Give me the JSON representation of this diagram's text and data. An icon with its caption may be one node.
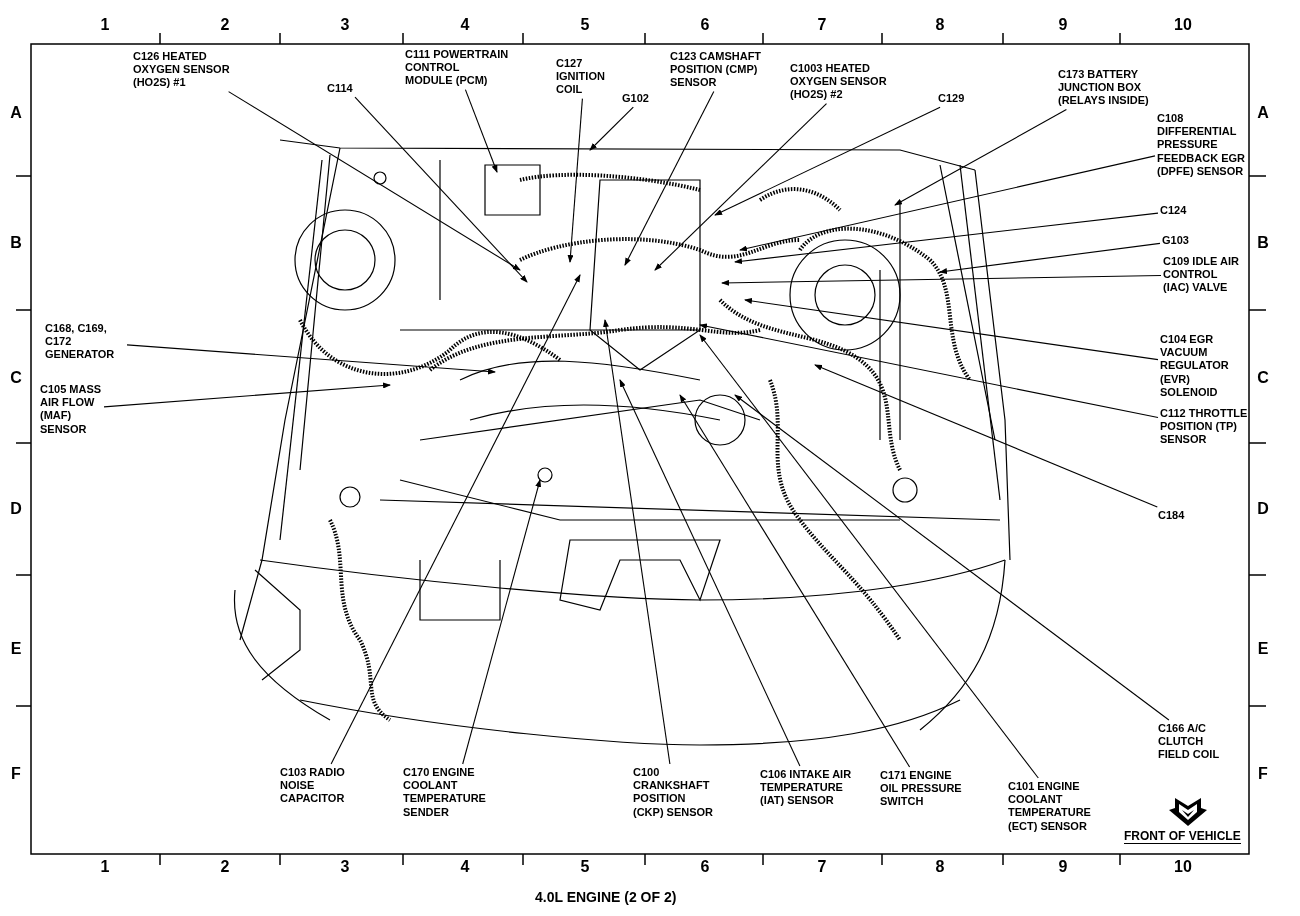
{
  "diagram": {
    "caption": "4.0L ENGINE (2 OF 2)",
    "nodes": [
      {
        "text": [
          "C126 HEATED OXYGEN SENSOR (HO2S) #1"
        ]
      },
      {
        "text": [
          "C114"
        ]
      },
      {
        "text": [
          "C111 POWERTRAIN CONTROL MODULE (PCM)"
        ]
      },
      {
        "text": [
          "C127 IGNITION COIL"
        ]
      },
      {
        "text": [
          "G102"
        ]
      },
      {
        "text": [
          "C123 CAMSHAFT POSITION (CMP) SENSOR"
        ]
      },
      {
        "text": [
          "C1003 HEATED OXYGEN SENSOR (HO2S) #2"
        ]
      },
      {
        "text": [
          "C129"
        ]
      },
      {
        "text": [
          "C173 BATTERY JUNCTION BOX (RELAYS INSIDE)"
        ]
      },
      {
        "text": [
          "C108 DIFFERENTIAL PRESSURE FEEDBACK EGR (DPFE) SENSOR"
        ]
      },
      {
        "text": [
          "C124"
        ]
      },
      {
        "text": [
          "G103"
        ]
      },
      {
        "text": [
          "C109 IDLE AIR CONTROL (IAC) VALVE"
        ]
      },
      {
        "text": [
          "C168, C169, C172 GENERATOR"
        ]
      },
      {
        "text": [
          "C105 MASS AIR FLOW (MAF) SENSOR"
        ]
      },
      {
        "text": [
          "C104 EGR VACUUM REGULATOR (EVR) SOLENOID"
        ]
      },
      {
        "text": [
          "C112 THROTTLE POSITION (TP) SENSOR"
        ]
      },
      {
        "text": [
          "C184"
        ]
      },
      {
        "text": [
          "C103 RADIO NOISE CAPACITOR"
        ]
      },
      {
        "text": [
          "C170 ENGINE COOLANT TEMPERATURE SENDER"
        ]
      },
      {
        "text": [
          "C100 CRANKSHAFT POSITION (CKP) SENSOR"
        ]
      },
      {
        "text": [
          "C106 INTAKE AIR TEMPERATURE (IAT) SENSOR"
        ]
      },
      {
        "text": [
          "C171 ENGINE OIL PRESSURE SWITCH"
        ]
      },
      {
        "text": [
          "C101 ENGINE COOLANT TEMPERATURE (ECT) SENSOR"
        ]
      },
      {
        "text": [
          "C166 A/C CLUTCH FIELD COIL"
        ]
      }
    ],
    "edges": [
      {
        "from": 0,
        "to": null,
        "arrow": "to"
      },
      {
        "from": 1,
        "to": null,
        "arrow": "to"
      },
      {
        "from": 2,
        "to": null,
        "arrow": "to"
      },
      {
        "from": 3,
        "to": null,
        "arrow": "to"
      },
      {
        "from": 4,
        "to": null,
        "arrow": "to"
      },
      {
        "from": 5,
        "to": null,
        "arrow": "to"
      },
      {
        "from": 6,
        "to": null,
        "arrow": "to"
      },
      {
        "from": 7,
        "to": null,
        "arrow": "to"
      },
      {
        "from": 8,
        "to": null,
        "arrow": "to"
      },
      {
        "from": 9,
        "to": null,
        "arrow": "to"
      },
      {
        "from": 10,
        "to": null,
        "arrow": "to"
      },
      {
        "from": 11,
        "to": null,
        "arrow": "to"
      },
      {
        "from": 12,
        "to": null,
        "arrow": "to"
      },
      {
        "from": 13,
        "to": null,
        "arrow": "to"
      },
      {
        "from": 14,
        "to": null,
        "arrow": "to"
      },
      {
        "from": 15,
        "to": null,
        "arrow": "to"
      },
      {
        "from": 16,
        "to": null,
        "arrow": "to"
      },
      {
        "from": 17,
        "to": null,
        "arrow": "to"
      },
      {
        "from": 18,
        "to": null,
        "arrow": "to"
      },
      {
        "from": 19,
        "to": null,
        "arrow": "to"
      },
      {
        "from": 20,
        "to": null,
        "arrow": "to"
      },
      {
        "from": 21,
        "to": null,
        "arrow": "to"
      },
      {
        "from": 22,
        "to": null,
        "arrow": "to"
      },
      {
        "from": 23,
        "to": null,
        "arrow": "to"
      },
      {
        "from": 24,
        "to": null,
        "arrow": "to"
      }
    ],
    "labels": [
      "1",
      "2",
      "3",
      "4",
      "5",
      "6",
      "7",
      "8",
      "9",
      "10",
      "A",
      "B",
      "C",
      "D",
      "E",
      "F",
      "A",
      "B",
      "C",
      "D",
      "E",
      "F",
      "1",
      "2",
      "3",
      "4",
      "5",
      "6",
      "7",
      "8",
      "9",
      "10",
      "FRONT OF VEHICLE"
    ]
  }
}
